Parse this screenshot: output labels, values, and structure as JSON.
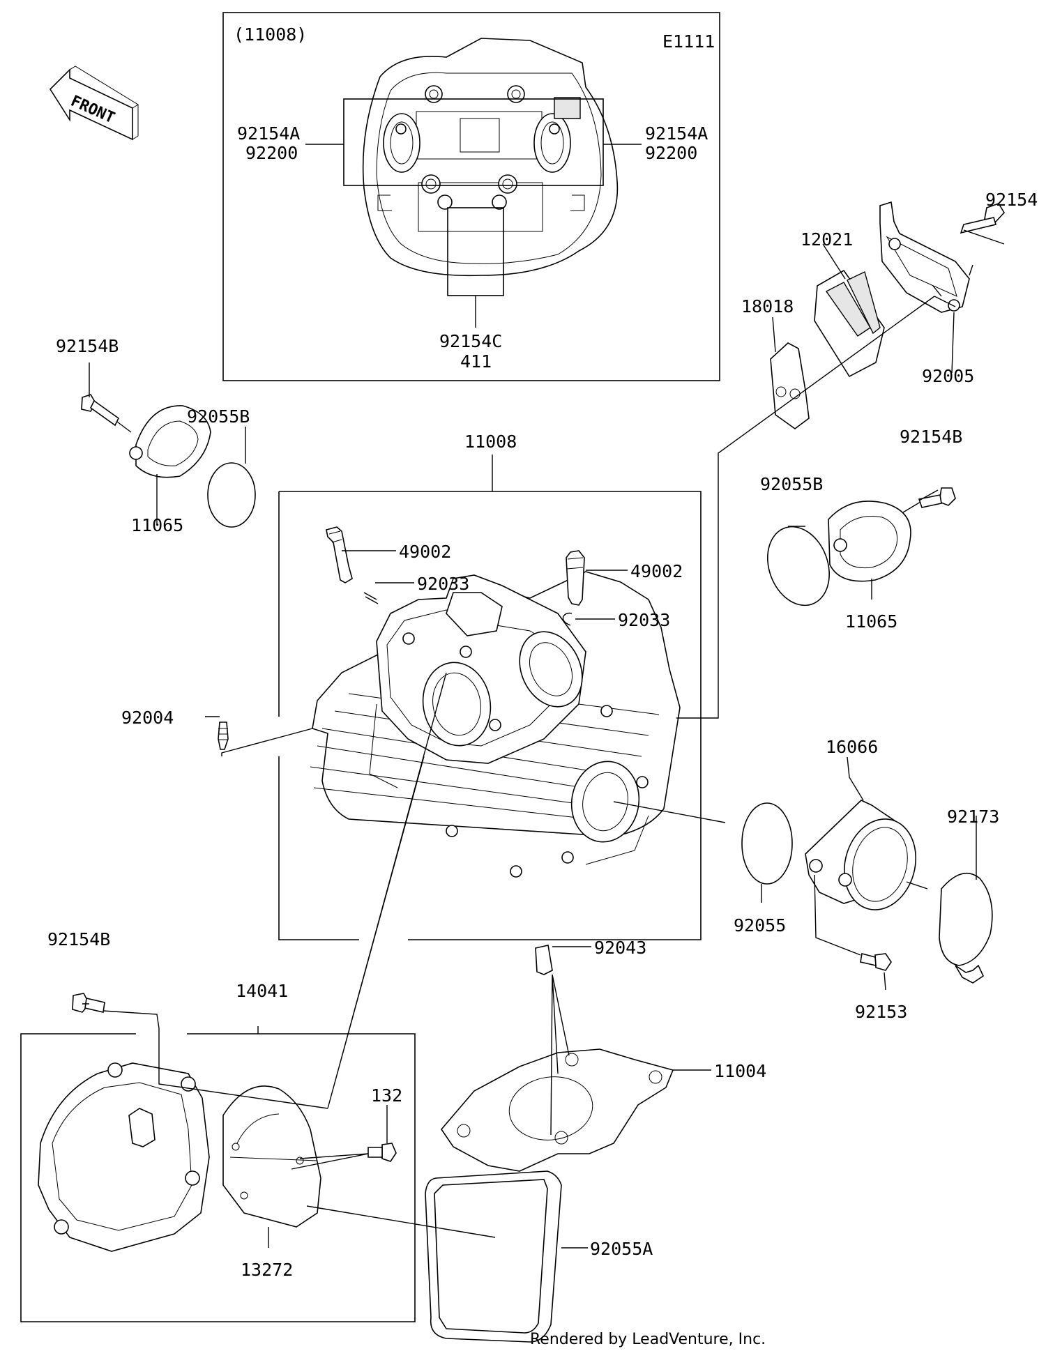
{
  "diagram_code": "E1111",
  "front_label": "FRONT",
  "footer": "Rendered by LeadVenture, Inc.",
  "callouts": {
    "top_box_title": "(11008)",
    "p92154A_left": "92154A",
    "p92200_left": "92200",
    "p92154A_right": "92154A",
    "p92200_right": "92200",
    "p92154C": "92154C",
    "p411": "411",
    "p92154_top": "92154",
    "p12021": "12021",
    "p18018": "18018",
    "p92005": "92005",
    "p92154B_upper_left": "92154B",
    "p92055B_left": "92055B",
    "p11065_left": "11065",
    "p11008": "11008",
    "p49002_left": "49002",
    "p92033_left": "92033",
    "p49002_right": "49002",
    "p92033_right": "92033",
    "p92004": "92004",
    "p92154B_right": "92154B",
    "p92055B_right": "92055B",
    "p11065_right": "11065",
    "p16066": "16066",
    "p92173": "92173",
    "p92055": "92055",
    "p92153": "92153",
    "p92043": "92043",
    "p92154B_lower_left": "92154B",
    "p14041": "14041",
    "p11004": "11004",
    "p132": "132",
    "p92055A": "92055A",
    "p13272": "13272"
  }
}
